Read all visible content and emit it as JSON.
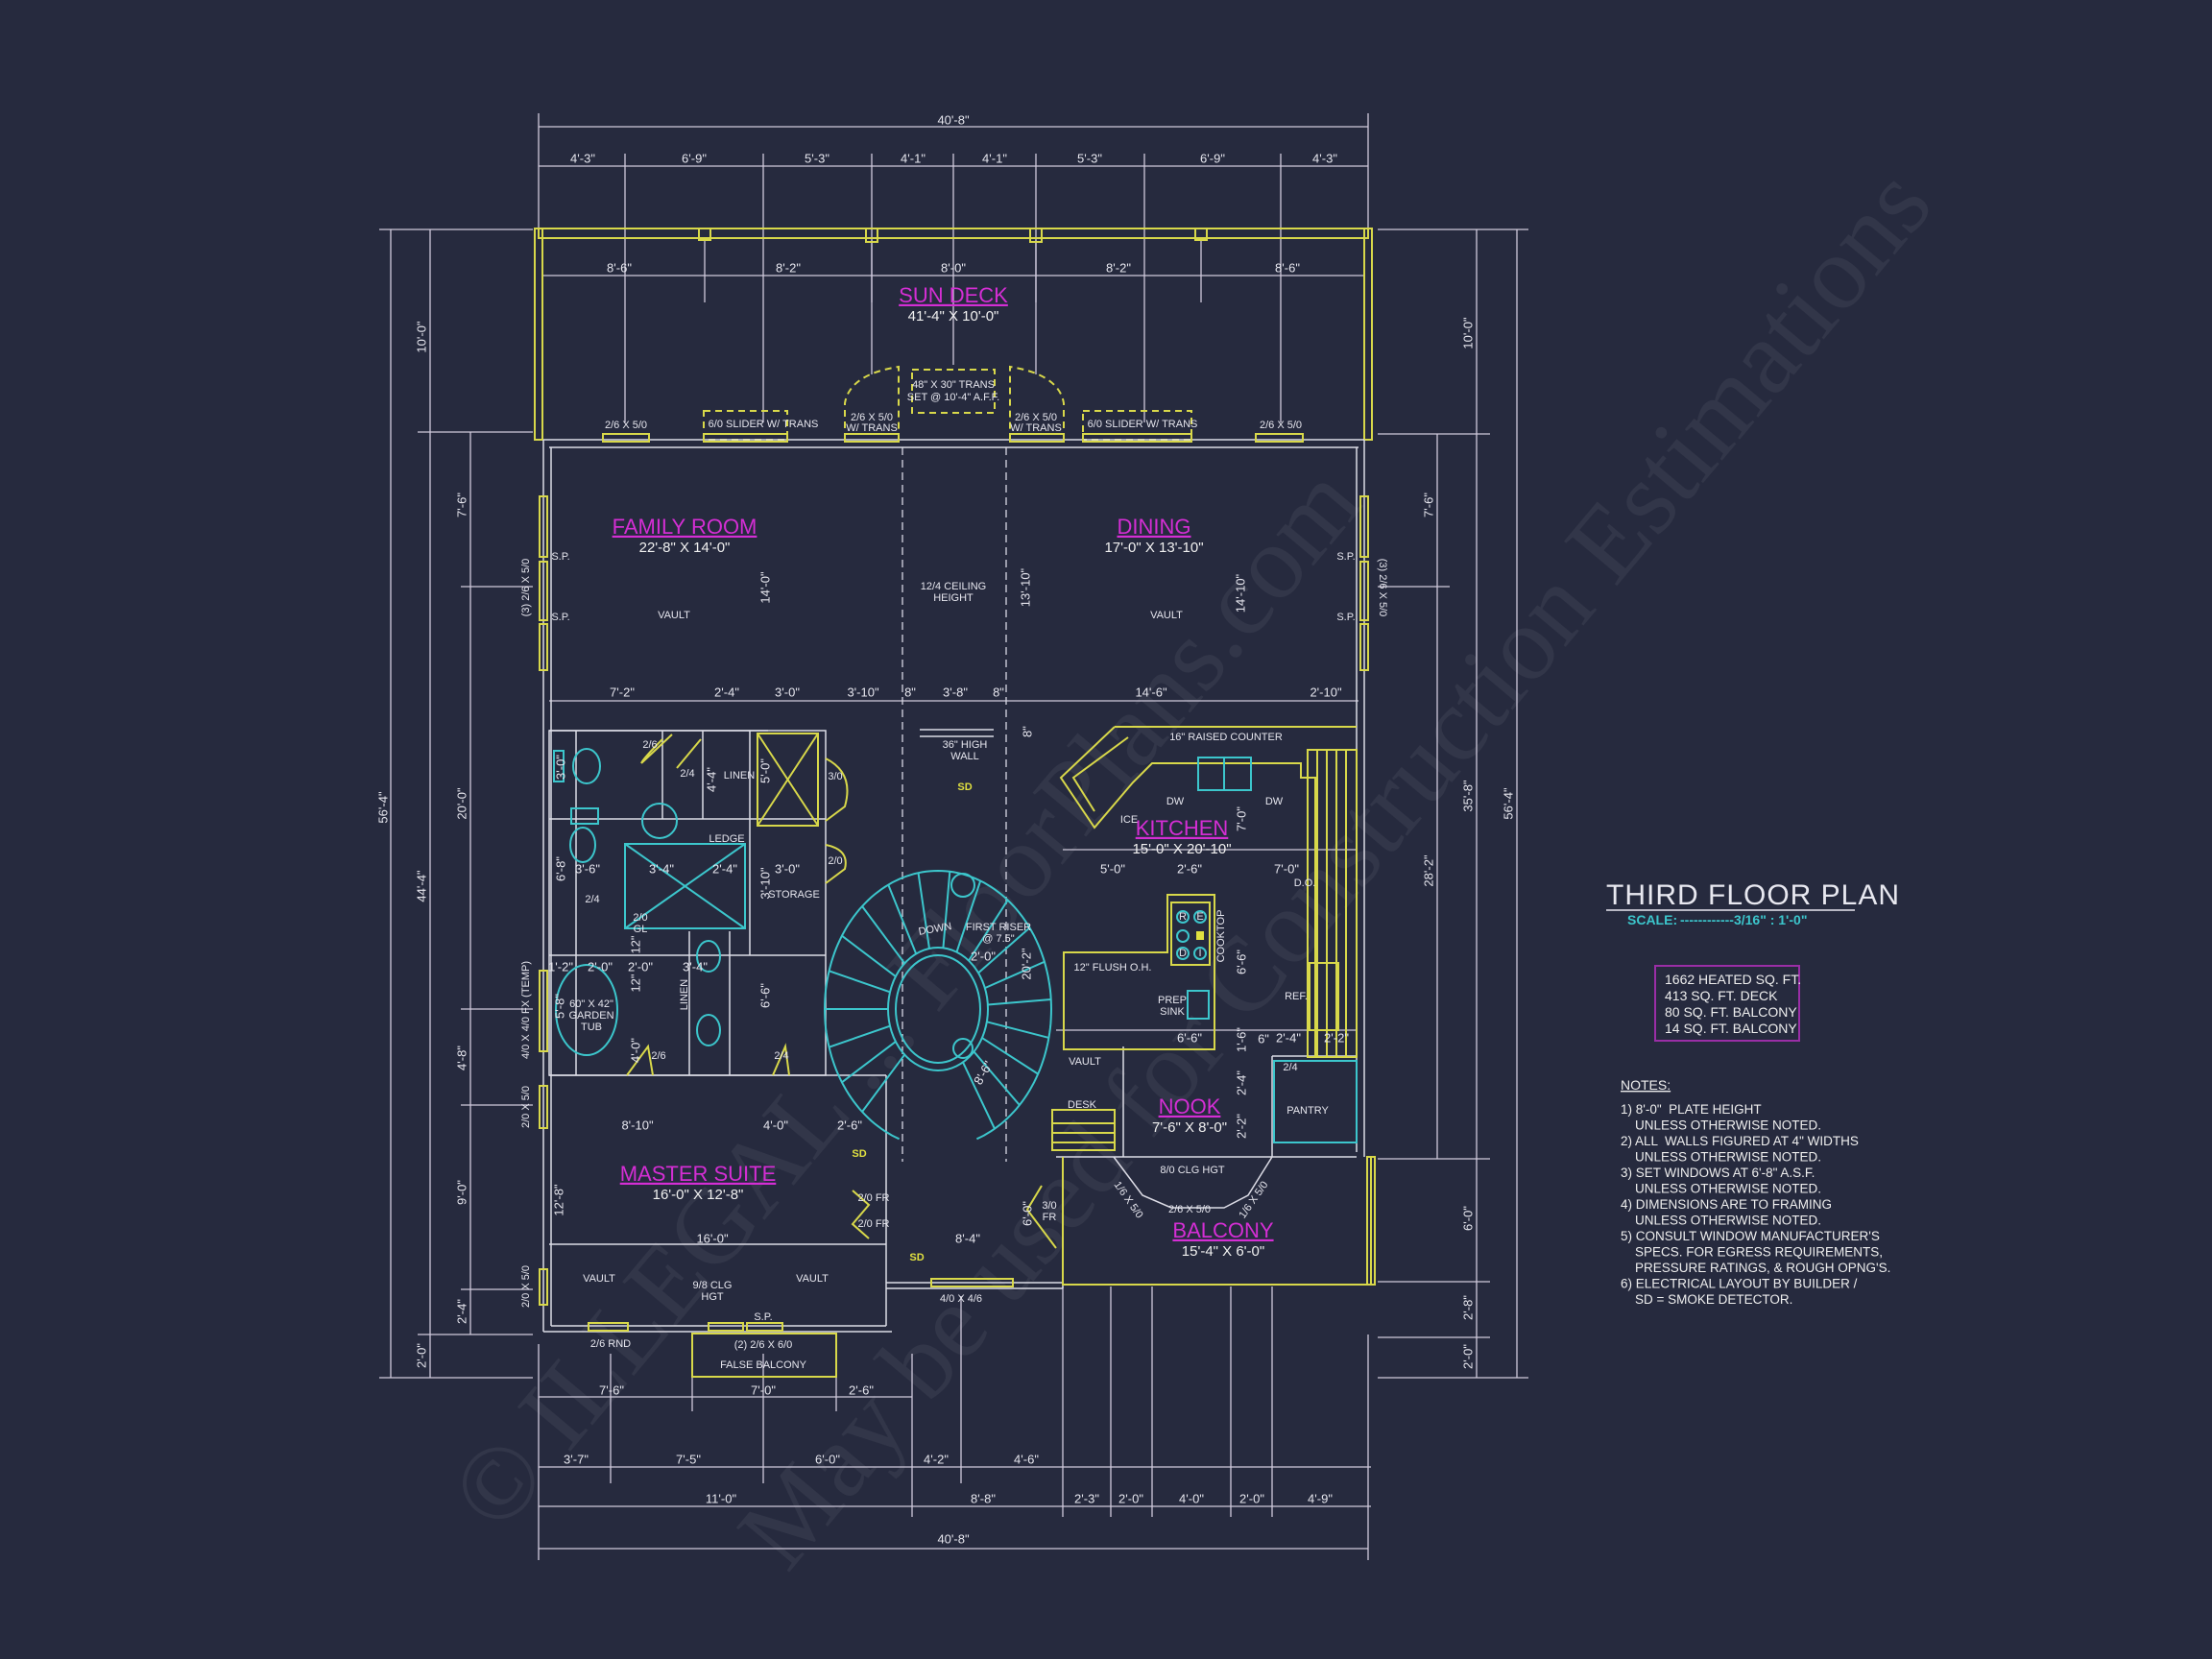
{
  "title": "THIRD FLOOR PLAN",
  "scale": {
    "label": "SCALE:",
    "value": "------------3/16\" : 1'-0\""
  },
  "areas": [
    "1662 HEATED SQ. FT.",
    "413 SQ. FT. DECK",
    "80 SQ. FT. BALCONY",
    "14 SQ. FT. BALCONY"
  ],
  "notes": {
    "heading": "NOTES:",
    "lines": [
      "1) 8'-0\"  PLATE HEIGHT",
      "    UNLESS OTHERWISE NOTED.",
      "2) ALL  WALLS FIGURED AT 4\" WIDTHS",
      "    UNLESS OTHERWISE NOTED.",
      "3) SET WINDOWS AT 6'-8\" A.S.F.",
      "    UNLESS OTHERWISE NOTED.",
      "4) DIMENSIONS ARE TO FRAMING",
      "    UNLESS OTHERWISE NOTED.",
      "5) CONSULT WINDOW MANUFACTURER'S",
      "    SPECS. FOR EGRESS REQUIREMENTS,",
      "    PRESSURE RATINGS, & ROUGH OPNG'S.",
      "6) ELECTRICAL LAYOUT BY BUILDER /",
      "    SD = SMOKE DETECTOR."
    ]
  },
  "rooms": [
    {
      "name": "SUN DECK",
      "size": "41'-4\" X 10'-0\""
    },
    {
      "name": "FAMILY ROOM",
      "size": "22'-8\" X 14'-0\""
    },
    {
      "name": "DINING",
      "size": "17'-0\" X 13'-10\""
    },
    {
      "name": "KITCHEN",
      "size": "15'-0\" X 20'-10\""
    },
    {
      "name": "NOOK",
      "size": "7'-6\" X 8'-0\""
    },
    {
      "name": "MASTER SUITE",
      "size": "16'-0\" X 12'-8\""
    },
    {
      "name": "BALCONY",
      "size": "15'-4\" X 6'-0\""
    }
  ],
  "dimensions": {
    "top_overall": "40'-8\"",
    "top": [
      "4'-3\"",
      "6'-9\"",
      "5'-3\"",
      "4'-1\"",
      "4'-1\"",
      "5'-3\"",
      "6'-9\"",
      "4'-3\""
    ],
    "deck": [
      "8'-6\"",
      "8'-2\"",
      "8'-0\"",
      "8'-2\"",
      "8'-6\""
    ],
    "bottom_row1": [
      "7'-6\"",
      "7'-0\"",
      "2'-6\""
    ],
    "bottom_row2": [
      "3'-7\"",
      "7'-5\"",
      "6'-0\"",
      "4'-2\"",
      "4'-6\""
    ],
    "bottom_row3": [
      "11'-0\"",
      "8'-8\"",
      "2'-3\"",
      "2'-0\"",
      "4'-0\"",
      "2'-0\"",
      "4'-9\""
    ],
    "bottom_overall": "40'-8\"",
    "left_outer": "56'-4\"",
    "left_mid": [
      "10'-0\"",
      "44'-4\"",
      "2'-0\""
    ],
    "left_inner": [
      "7'-6\"",
      "20'-0\"",
      "4'-8\"",
      "9'-0\"",
      "2'-4\""
    ],
    "right_inner": [
      "7'-6\"",
      "28'-2\""
    ],
    "right_mid": [
      "10'-0\"",
      "35'-8\"",
      "6'-0\"",
      "2'-8\"",
      "2'-0\""
    ],
    "right_outer": "56'-4\""
  },
  "labels": [
    "2/6 X 5/0",
    "6/0 SLIDER W/ TRANS",
    "2/6 X 5/0",
    "W/ TRANS",
    "48\" X 30\" TRANS",
    "SET @ 10'-4\" A.F.F.",
    "2/6 X 5/0",
    "W/ TRANS",
    "6/0 SLIDER W/ TRANS",
    "2/6 X 5/0",
    "S.P.",
    "S.P.",
    "S.P.",
    "S.P.",
    "VAULT",
    "VAULT",
    "12/4 CEILING",
    "HEIGHT",
    "36\" HIGH",
    "WALL",
    "SD",
    "16\" RAISED COUNTER",
    "DW",
    "DW",
    "ICE",
    "D.O.",
    "COOKTOP",
    "12\" FLUSH O.H.",
    "PREP",
    "SINK",
    "REF.",
    "PANTRY",
    "DESK",
    "VAULT",
    "8/0 CLG HGT",
    "2/6 X 5/0",
    "1/6 X 5/0",
    "1/6 X 5/0",
    "3/0",
    "FR",
    "2/0 FR",
    "2/0 FR",
    "SD",
    "SD",
    "4/0 X 4/6",
    "VAULT",
    "VAULT",
    "9/8 CLG",
    "HGT",
    "S.P.",
    "2/6 RND",
    "(2) 2/6 X 6/0",
    "FALSE BALCONY",
    "DOWN",
    "FIRST RISER",
    "@ 7.5\"",
    "LINEN",
    "LEDGE",
    "STORAGE",
    "LINEN",
    "60\" X 42\"",
    "GARDEN",
    "TUB",
    "2/6",
    "2/4",
    "3/0",
    "2/0",
    "2/4",
    "2/0",
    "GL",
    "2/6",
    "2/4",
    "2/4",
    "(3) 2/6 X 5/0",
    "4/0 X 4/0 FX (TEMP)",
    "2/0 X 5/0",
    "2/0 X 5/0",
    "(3) 2/6 X 5/0",
    "7'-2\"",
    "2'-4\"",
    "3'-0\"",
    "3'-10\"",
    "8\"",
    "3'-8\"",
    "8\"",
    "14'-6\"",
    "2'-10\"",
    "14'-0\"",
    "13'-10\"",
    "14'-10\"",
    "8\"",
    "3'-0\"",
    "6'-8\"",
    "3'-6\"",
    "3'-4\"",
    "2'-4\"",
    "3'-0\"",
    "5'-0\"",
    "3'-10\"",
    "4'-4\"",
    "1'-2\"",
    "2'-0\"",
    "2'-0\"",
    "3'-4\"",
    "5'-8\"",
    "12\"",
    "12\"",
    "4'-0\"",
    "6'-6\"",
    "2'-0\"",
    "20'-2\"",
    "8'-6\"",
    "5'-0\"",
    "2'-6\"",
    "7'-0\"",
    "7'-0\"",
    "6'-6\"",
    "6'-6\"",
    "1'-6\"",
    "6\"",
    "2'-4\"",
    "2'-2\"",
    "2'-4\"",
    "2'-2\"",
    "8'-10\"",
    "4'-0\"",
    "2'-6\"",
    "12'-8\"",
    "16'-0\"",
    "8'-4\"",
    "6'-0\""
  ],
  "cooktop_burners": [
    "R",
    "E",
    "D",
    "I"
  ],
  "watermark": [
    "© ILLEGAL ... FloorPlans.com",
    "May be used for Construction Estimations"
  ],
  "colors": {
    "background": "#262a3e",
    "lines": "#dcdce6",
    "windows_doors": "#d8d84a",
    "fixtures": "#3cc6cc",
    "room_names": "#d42ed4",
    "scale_text": "#3cc6cc",
    "area_box": "#9a2ea6"
  }
}
